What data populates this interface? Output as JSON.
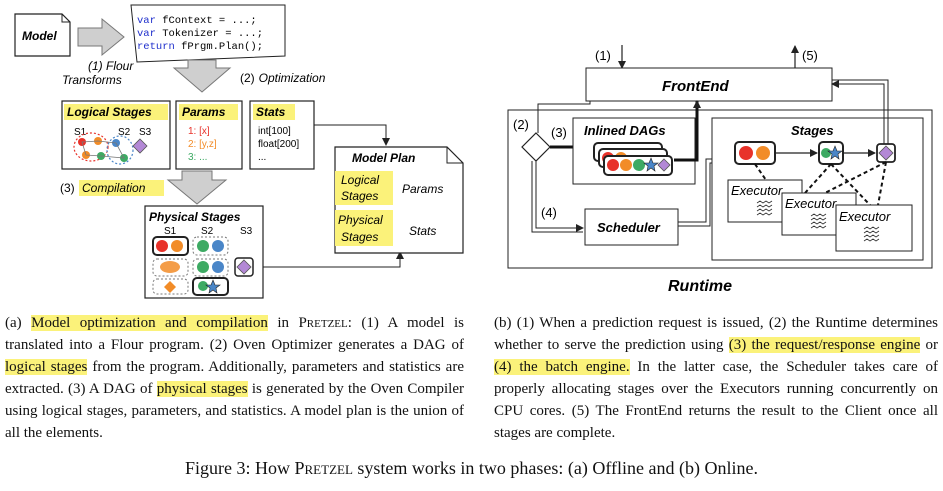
{
  "left": {
    "model_label": "Model",
    "code_lines": [
      {
        "kw": "var",
        "rest": " fContext = ...;"
      },
      {
        "kw": "var",
        "rest": " Tokenizer = ...;"
      },
      {
        "kw": "return",
        "rest": " fPrgm.Plan();"
      }
    ],
    "flour_line1": "(1) Flour",
    "flour_line2": "Transforms",
    "opt_num": "(2)",
    "opt_label": "Optimization",
    "logical_stages_title": "Logical Stages",
    "logical_s1": "S1",
    "logical_s2": "S2",
    "logical_s3": "S3",
    "params_title": "Params",
    "params_items": [
      "1: [x]",
      "2: [y,z]",
      "3: ..."
    ],
    "stats_title": "Stats",
    "stats_items": [
      "int[100]",
      "float[200]",
      "..."
    ],
    "compile_num": "(3)",
    "compile_label": "Compilation",
    "physical_stages_title": "Physical Stages",
    "physical_s1": "S1",
    "physical_s2": "S2",
    "physical_s3": "S3",
    "model_plan_title": "Model Plan",
    "plan_logical_1": "Logical",
    "plan_logical_2": "Stages",
    "plan_params": "Params",
    "plan_physical_1": "Physical",
    "plan_physical_2": "Stages",
    "plan_stats": "Stats"
  },
  "right": {
    "label_1": "(1)",
    "label_5": "(5)",
    "frontend": "FrontEnd",
    "label_2": "(2)",
    "label_3": "(3)",
    "inlined_dags": "Inlined DAGs",
    "stages": "Stages",
    "label_4": "(4)",
    "scheduler": "Scheduler",
    "executor": "Executor",
    "runtime": "Runtime"
  },
  "caption_a": {
    "prefix": "(a) ",
    "hl1": "Model optimization and compilation",
    "in": " in ",
    "pretzel": "Pretzel",
    "t1": ": (1) A model is translated into a Flour program. (2) Oven Optimizer generates a DAG of ",
    "hl2": "logical stages",
    "t2": " from the program. Additionally, parameters and statistics are extracted. (3) A DAG of ",
    "hl3": "physical stages",
    "t3": " is generated by the Oven Compiler using logical stages, parameters, and statistics. A model plan is the union of all the elements."
  },
  "caption_b": {
    "t1": "(b) (1) When a prediction request is issued, (2) the Runtime determines whether to serve the prediction using ",
    "hl1": "(3) the request/response engine",
    "t2": " or ",
    "hl2": "(4) the batch engine.",
    "t3": " In the latter case, the Scheduler takes care of properly allocating stages over the Executors running concurrently on CPU cores. (5) The FrontEnd returns the result to the Client once all stages are complete."
  },
  "figure_caption": {
    "t1": "Figure 3: How ",
    "pretzel": "Pretzel",
    "t2": " system works in two phases: (a) Offline and (b) Online."
  },
  "colors": {
    "highlight": "#fbf27a",
    "red": "#e8322a",
    "orange": "#f28c28",
    "green": "#3daa63",
    "blue": "#4a86c8",
    "purple": "#b388d6",
    "keyword_blue": "#1f2fcc"
  }
}
